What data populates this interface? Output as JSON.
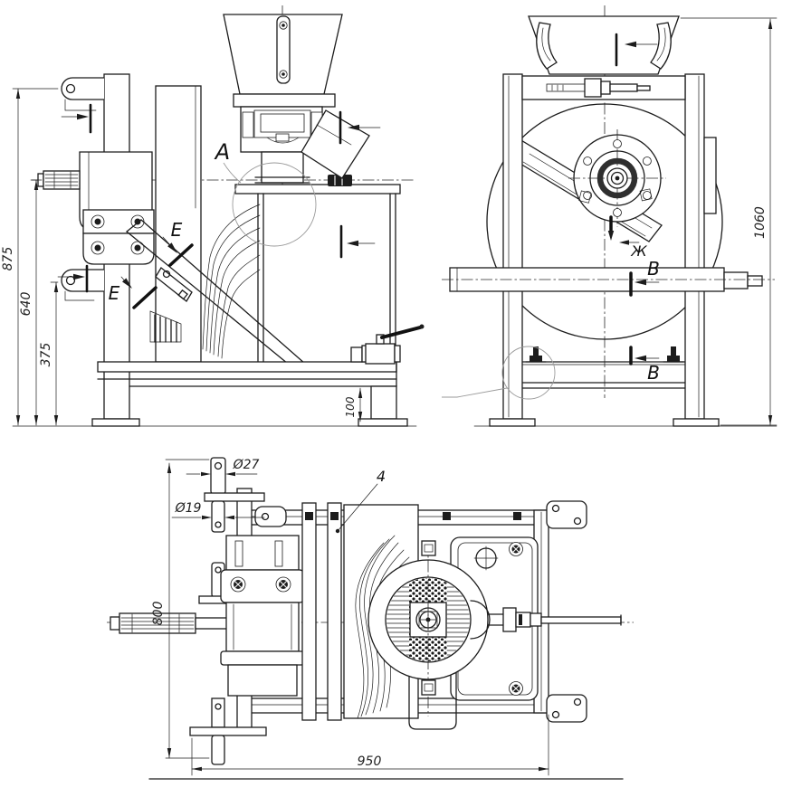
{
  "drawing": {
    "type": "engineering-drawing",
    "views": {
      "side_elevation": {
        "dims": {
          "d875": "875",
          "d640": "640",
          "d375": "375",
          "d100": "100"
        },
        "labels": {
          "detail": "A",
          "section": "E"
        }
      },
      "front_elevation": {
        "dims": {
          "d1060": "1060"
        },
        "labels": {
          "view": "Ж",
          "section": "B"
        }
      },
      "plan": {
        "dims": {
          "d27": "Ø27",
          "d19": "Ø19",
          "d800": "800",
          "d950": "950"
        },
        "labels": {
          "item": "4"
        }
      }
    },
    "colors": {
      "line": "#1c1c1c",
      "background": "#ffffff",
      "detail_circle": "#9a9a9a"
    }
  }
}
